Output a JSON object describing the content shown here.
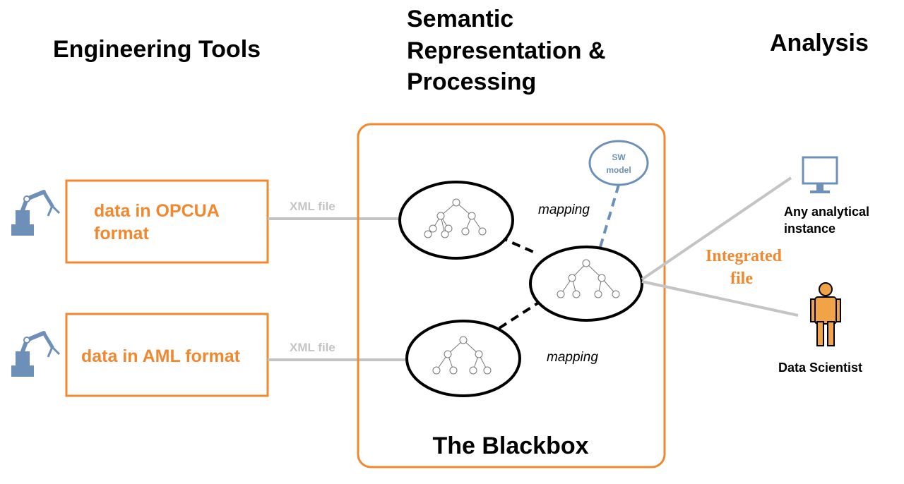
{
  "headings": {
    "engineering": "Engineering Tools",
    "semantic_lines": [
      "Semantic",
      "Representation &",
      "Processing"
    ],
    "analysis": "Analysis"
  },
  "sources": [
    {
      "lines": [
        "data in OPCUA",
        "format"
      ],
      "file_label": "XML file"
    },
    {
      "lines": [
        "data in AML format"
      ],
      "file_label": "XML file"
    }
  ],
  "blackbox": {
    "title": "The Blackbox",
    "mapping_top": "mapping",
    "mapping_bottom": "mapping",
    "sw_model": [
      "SW",
      "model"
    ]
  },
  "output": {
    "label": [
      "Integrated",
      "file"
    ],
    "consumers": [
      {
        "lines": [
          "Any analytical",
          "instance"
        ],
        "icon": "monitor-icon"
      },
      {
        "lines": [
          "Data Scientist"
        ],
        "icon": "person-icon"
      }
    ]
  },
  "colors": {
    "orange": "#f0882f",
    "blue": "#6e90b8",
    "gray": "#c4c4c4",
    "black": "#000000"
  }
}
